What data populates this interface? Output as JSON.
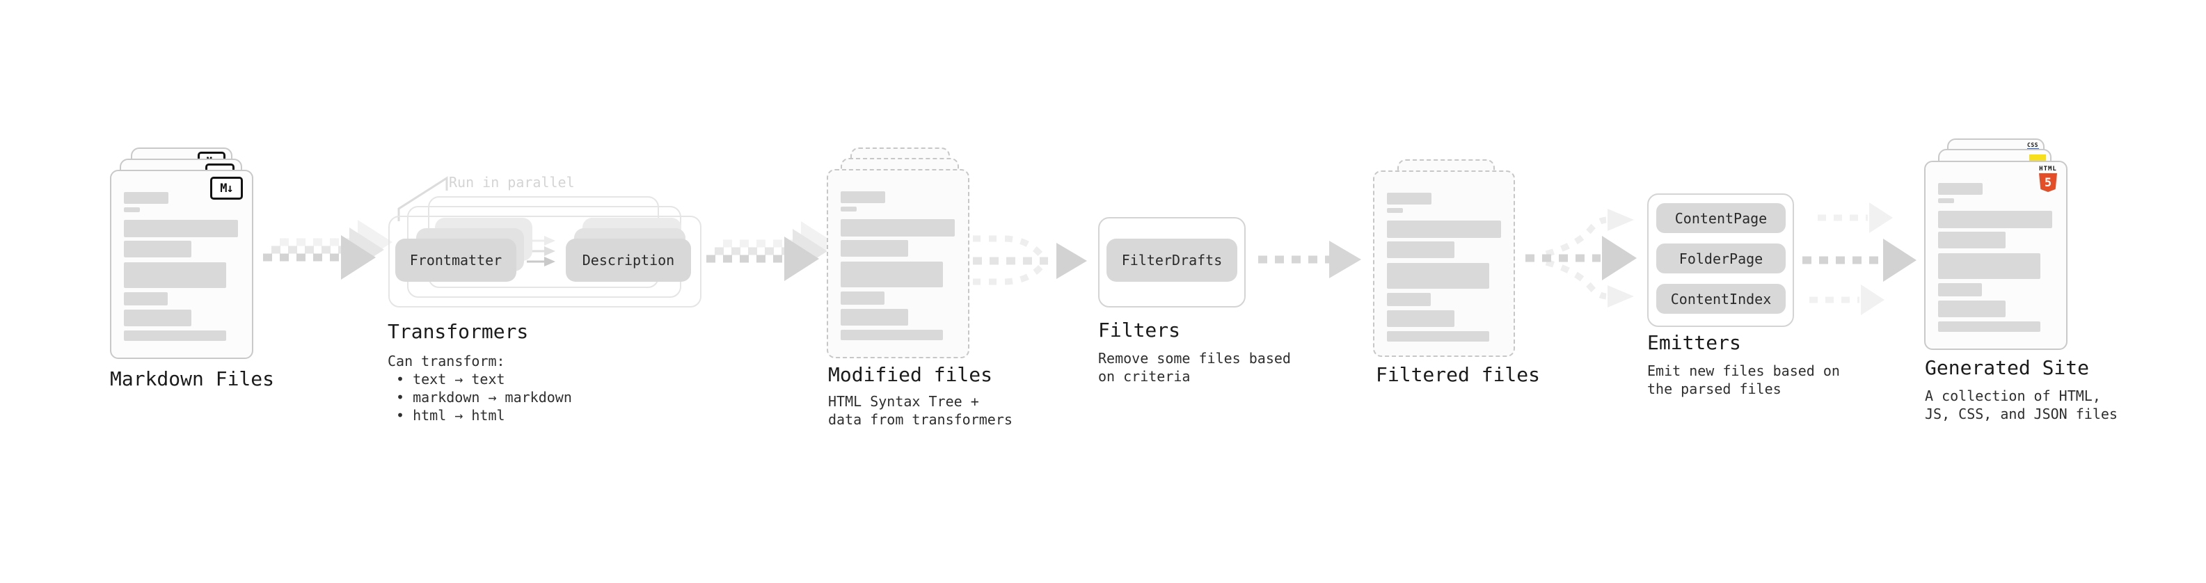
{
  "diagram": {
    "title_none": "",
    "stages": {
      "markdown_files": {
        "label": "Markdown Files",
        "badge": "M↓"
      },
      "transformers": {
        "label": "Transformers",
        "annotation": "Run in parallel",
        "pill_left": "Frontmatter",
        "pill_right": "Description",
        "caption_title": "Can transform:",
        "bullets": [
          "text → text",
          "markdown → markdown",
          "html → html"
        ]
      },
      "modified_files": {
        "label": "Modified files",
        "caption_lines": [
          "HTML Syntax Tree +",
          "data from transformers"
        ]
      },
      "filters": {
        "label": "Filters",
        "pill": "FilterDrafts",
        "caption_lines": [
          "Remove some files based",
          "on criteria"
        ]
      },
      "filtered_files": {
        "label": "Filtered files"
      },
      "emitters": {
        "label": "Emitters",
        "pills": [
          "ContentPage",
          "FolderPage",
          "ContentIndex"
        ],
        "caption_lines": [
          "Emit new files based on",
          "the parsed files"
        ]
      },
      "generated_site": {
        "label": "Generated Site",
        "caption_lines": [
          "A collection of HTML,",
          "JS, CSS, and JSON files"
        ],
        "html5_badge_word": "HTML",
        "html5_badge_number": "5",
        "css_badge_word": "CSS"
      }
    },
    "icons": {
      "markdown-icon": "boxed M↓ glyph",
      "html5-icon": "orange shield with 5",
      "js-icon": "yellow square",
      "css-icon": "CSS word with blue underline",
      "flow-arrow-icon": "gray dashed arrow"
    },
    "colors": {
      "background": "#ffffff",
      "card_fill": "#fcfcfc",
      "card_border": "#c9c9c9",
      "placeholder_bar": "#d9d9d9",
      "pill_fill": "#d8d8d8",
      "arrow_gray": "#d3d3d3",
      "arrow_ghost": "#eeeeee",
      "annotation_gray": "#d4d4d4",
      "text_dark": "#1b1b1b",
      "html5_orange": "#e44d26",
      "js_yellow": "#f7df1e",
      "css_blue": "#2965f1"
    }
  }
}
